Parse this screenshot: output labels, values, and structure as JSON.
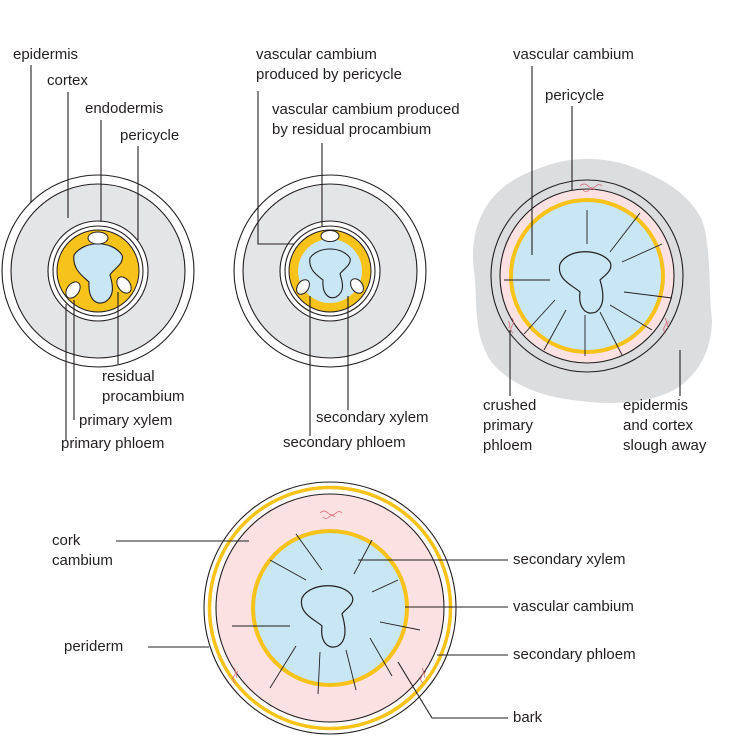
{
  "colors": {
    "cortex_gray": "#e4e5e7",
    "xylem_blue": "#c9e6f5",
    "procambium_yellow": "#f7c21a",
    "phloem_pink": "#fbe1e1",
    "sloughed_gray": "#dcdddf",
    "outline": "#231f20"
  },
  "stage1": {
    "epidermis": "epidermis",
    "cortex": "cortex",
    "endodermis": "endodermis",
    "pericycle": "pericycle",
    "residual_1": "residual",
    "residual_2": "procambium",
    "primary_xylem": "primary xylem",
    "primary_phloem": "primary phloem"
  },
  "stage2": {
    "vc_pericycle_1": "vascular cambium",
    "vc_pericycle_2": "produced by pericycle",
    "vc_procambium_1": "vascular cambium produced",
    "vc_procambium_2": "by residual procambium",
    "secondary_xylem": "secondary xylem",
    "secondary_phloem": "secondary phloem"
  },
  "stage3": {
    "vascular_cambium": "vascular cambium",
    "pericycle": "pericycle",
    "crushed_1": "crushed",
    "crushed_2": "primary",
    "crushed_3": "phloem",
    "slough_1": "epidermis",
    "slough_2": "and cortex",
    "slough_3": "slough away"
  },
  "stage4": {
    "cork_1": "cork",
    "cork_2": "cambium",
    "periderm": "periderm",
    "secondary_xylem": "secondary xylem",
    "vascular_cambium": "vascular cambium",
    "secondary_phloem": "secondary phloem",
    "bark": "bark"
  }
}
